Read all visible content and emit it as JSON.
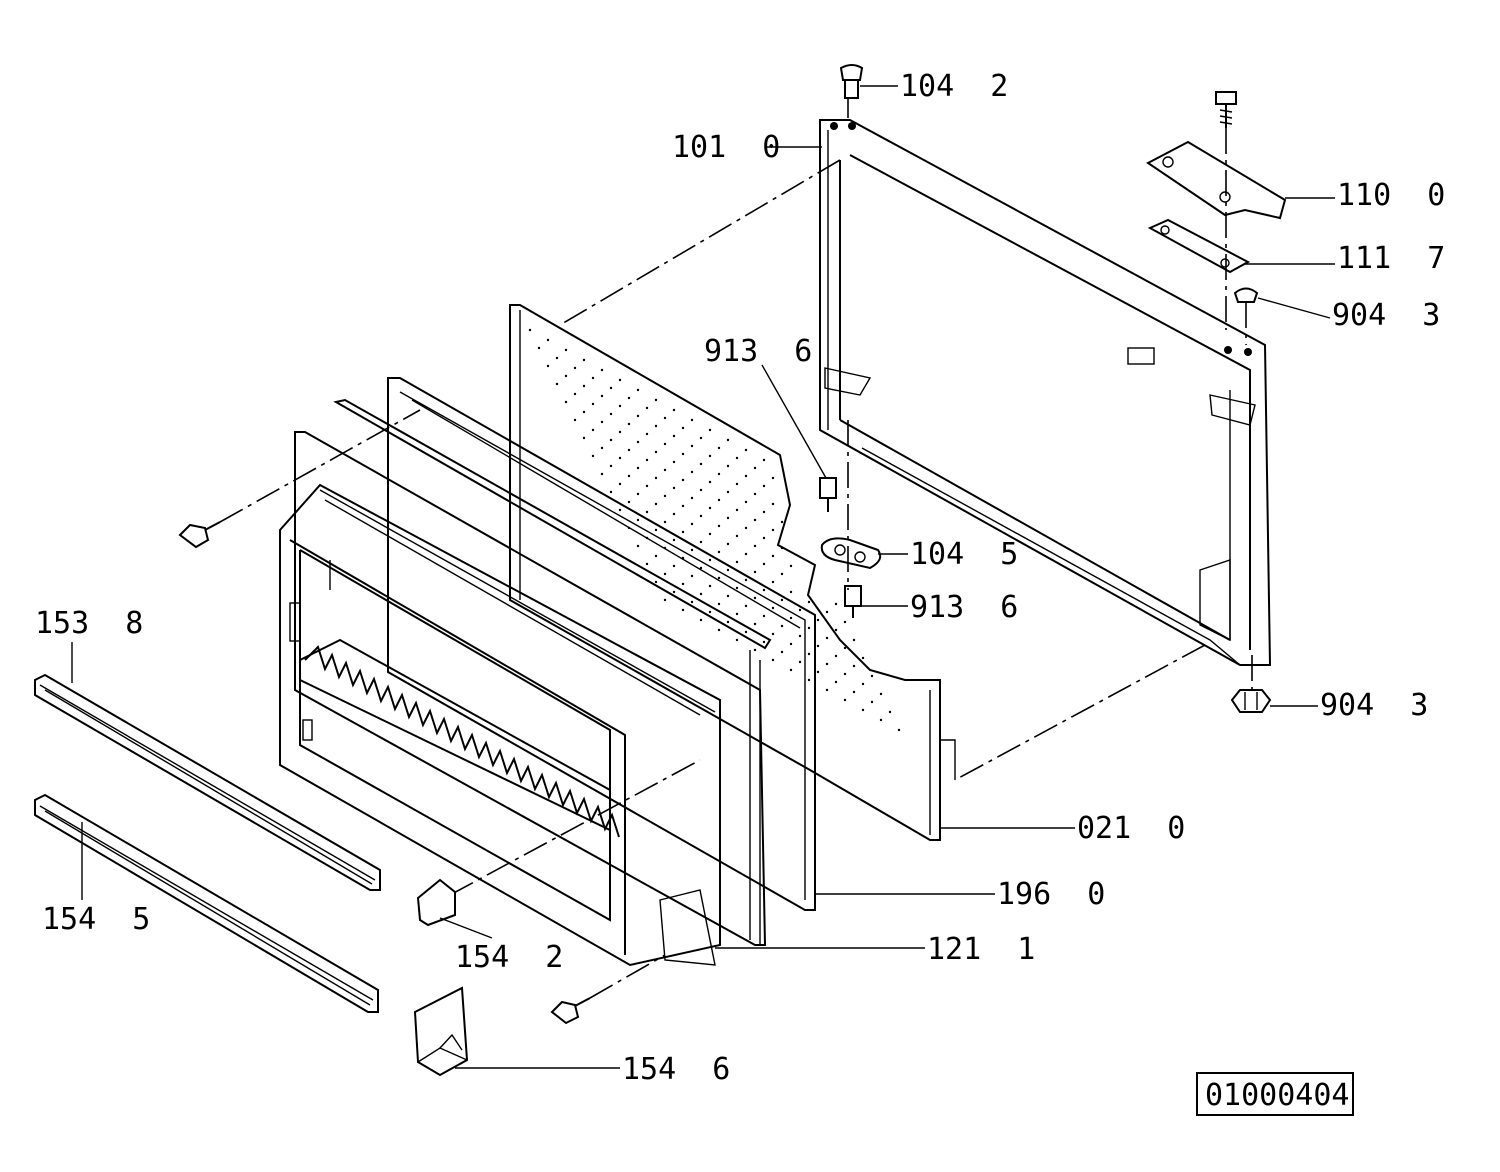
{
  "drawing_number": "01000404",
  "callouts": [
    {
      "id": "c1",
      "text": "104  2"
    },
    {
      "id": "c2",
      "text": "101  0"
    },
    {
      "id": "c3",
      "text": "110  0"
    },
    {
      "id": "c4",
      "text": "111  7"
    },
    {
      "id": "c5",
      "text": "904  3"
    },
    {
      "id": "c6",
      "text": "913  6"
    },
    {
      "id": "c7",
      "text": "104  5"
    },
    {
      "id": "c8",
      "text": "913  6"
    },
    {
      "id": "c9",
      "text": "153  8"
    },
    {
      "id": "c10",
      "text": "904  3"
    },
    {
      "id": "c11",
      "text": "021  0"
    },
    {
      "id": "c12",
      "text": "196  0"
    },
    {
      "id": "c13",
      "text": "154  5"
    },
    {
      "id": "c14",
      "text": "154  2"
    },
    {
      "id": "c15",
      "text": "121  1"
    },
    {
      "id": "c16",
      "text": "154  6"
    }
  ]
}
